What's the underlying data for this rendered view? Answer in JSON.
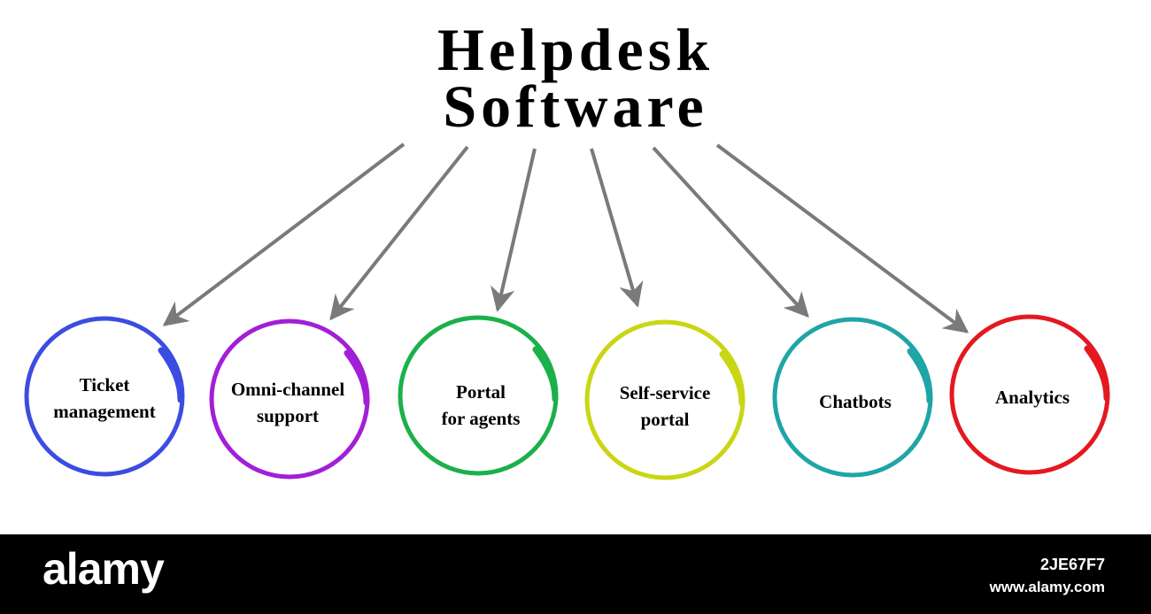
{
  "title": {
    "line1": "Helpdesk",
    "line2": "Software"
  },
  "nodes": [
    {
      "line1": "Ticket",
      "line2": "management",
      "color": "#3b4de0"
    },
    {
      "line1": "Omni-channel",
      "line2": "support",
      "color": "#a21fd6"
    },
    {
      "line1": "Portal",
      "line2": "for agents",
      "color": "#1bb04a"
    },
    {
      "line1": "Self-service",
      "line2": "portal",
      "color": "#c9d614"
    },
    {
      "line1": "Chatbots",
      "line2": "",
      "color": "#1fa5a5"
    },
    {
      "line1": "Analytics",
      "line2": "",
      "color": "#e3191f"
    }
  ],
  "arrow_color": "#7a7a7a",
  "footer": {
    "logo": "alamy",
    "image_id": "2JE67F7",
    "url": "www.alamy.com"
  }
}
